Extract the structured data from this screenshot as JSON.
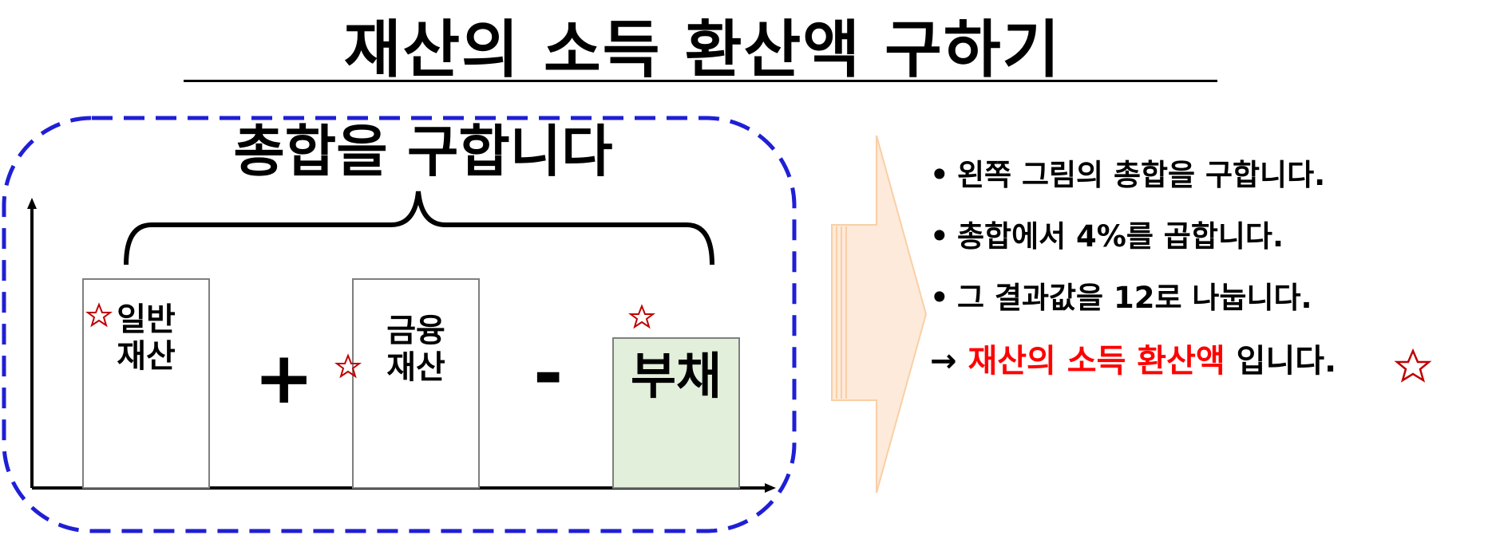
{
  "title": "재산의 소득 환산액 구하기",
  "diagram": {
    "sum_heading": "총합을 구합니다",
    "box_general": {
      "line1": "일반",
      "line2": "재산"
    },
    "op_plus": "+",
    "box_financial": {
      "line1": "금융",
      "line2": "재산"
    },
    "op_minus": "-",
    "box_debt": {
      "label": "부채"
    },
    "colors": {
      "dashed_border": "#1f1fd6",
      "debt_fill": "#e2efda",
      "arrow_fill": "#fdeada",
      "arrow_stroke": "#f9cfa6",
      "mark": "#c00000"
    }
  },
  "steps": {
    "items": [
      "왼쪽 그림의 총합을 구합니다.",
      "총합에서 4%를 곱합니다.",
      "그 결과값을 12로 나눕니다."
    ],
    "bullet_symbol": "•",
    "result": {
      "arrow": "→",
      "highlight": "재산의 소득 환산액",
      "suffix": "입니다."
    }
  },
  "icons": [
    "star-mark-icon",
    "right-arrow-icon"
  ]
}
